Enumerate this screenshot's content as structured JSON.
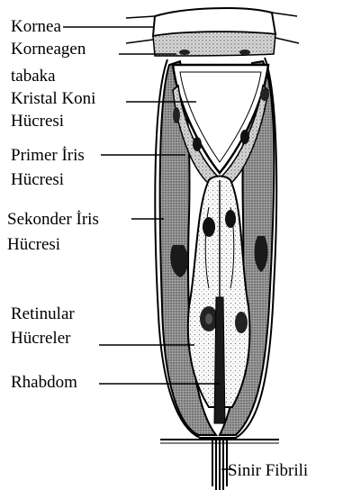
{
  "labels": {
    "kornea": "Kornea",
    "korneagen": "Korneagen",
    "tabaka": "tabaka",
    "kristal_koni": "Kristal Koni",
    "kristal_hucresi": "Hücresi",
    "primer_iris": "Primer İris",
    "primer_hucresi": "Hücresi",
    "sekonder_iris": "Sekonder İris",
    "sekonder_hucresi": "Hücresi",
    "retinular": "Retinular",
    "retinular_hucreler": "Hücreler",
    "rhabdom": "Rhabdom",
    "sinir_fibrili": "Sinir Fibrili"
  },
  "colors": {
    "ink": "#000000",
    "stipple_dark": "#a9a9a9",
    "stipple_light": "#e6e6e6",
    "background": "#ffffff"
  }
}
